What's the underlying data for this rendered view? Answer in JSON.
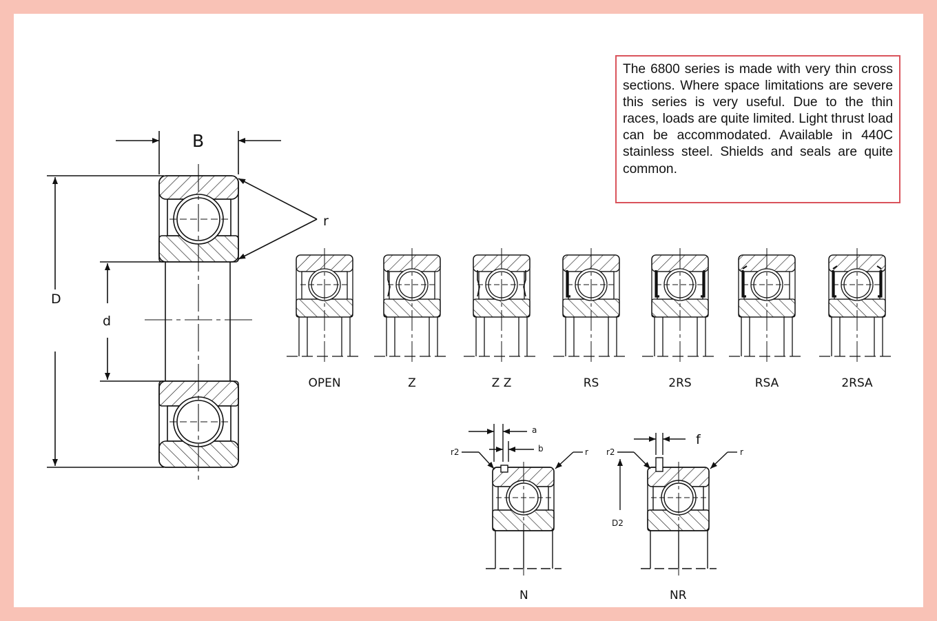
{
  "description": "The 6800 series is made with very thin cross sections. Where space limitations are severe this series is very useful. Due to the thin races, loads are quite limited. Light thrust load can be accommodated. Available in 440C stainless steel. Shields and seals are quite common.",
  "main_view": {
    "width_label": "B",
    "radius_label": "r",
    "outer_diameter_label": "D",
    "bore_label": "d"
  },
  "variants": [
    {
      "label": "OPEN"
    },
    {
      "label": "Z"
    },
    {
      "label": "Z Z"
    },
    {
      "label": "RS"
    },
    {
      "label": "2RS"
    },
    {
      "label": "RSA"
    },
    {
      "label": "2RSA"
    }
  ],
  "snap_ring": {
    "n": {
      "label": "N",
      "a": "a",
      "b": "b",
      "r": "r",
      "r2": "r2"
    },
    "nr": {
      "label": "NR",
      "f": "f",
      "r": "r",
      "r2": "r2",
      "d2": "D2"
    }
  }
}
